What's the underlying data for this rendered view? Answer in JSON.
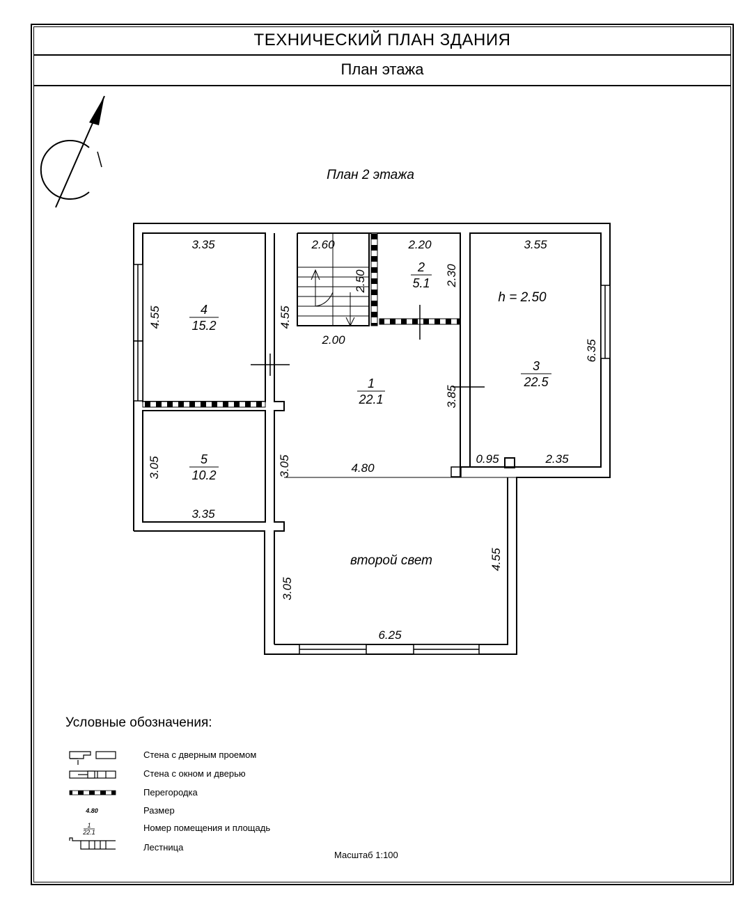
{
  "header": {
    "title": "ТЕХНИЧЕСКИЙ ПЛАН ЗДАНИЯ",
    "subtitle": "План этажа"
  },
  "plan": {
    "floor_label": "План 2 этажа",
    "ceiling_height": "h = 2.50",
    "second_light": "второй свет",
    "rooms": [
      {
        "number": "1",
        "area": "22.1"
      },
      {
        "number": "2",
        "area": "5.1"
      },
      {
        "number": "3",
        "area": "22.5"
      },
      {
        "number": "4",
        "area": "15.2"
      },
      {
        "number": "5",
        "area": "10.2"
      }
    ],
    "dims": {
      "r4_top": "3.35",
      "r4_side": "4.55",
      "stair_top": "2.60",
      "stair_side": "2.50",
      "stair_left": "4.55",
      "stair_bottom": "2.00",
      "r2_top": "2.20",
      "r2_side": "2.30",
      "r3_top": "3.55",
      "r3_side": "6.35",
      "r3_bl": "0.95",
      "r3_br": "2.35",
      "r1_side": "3.85",
      "r1_bottom": "4.80",
      "r1_left": "3.05",
      "r5_side": "3.05",
      "r5_bottom": "3.35",
      "sl_left": "3.05",
      "sl_right": "4.55",
      "sl_bottom": "6.25"
    }
  },
  "legend": {
    "title": "Условные обозначения:",
    "items": [
      "Стена с дверным проемом",
      "Стена с окном и дверью",
      "Перегородка",
      "Размер",
      "Номер помещения и площадь",
      "Лестница"
    ],
    "size_sample": "4.80",
    "room_sample_number": "1",
    "room_sample_area": "22.1"
  },
  "scale": "Масштаб 1:100"
}
